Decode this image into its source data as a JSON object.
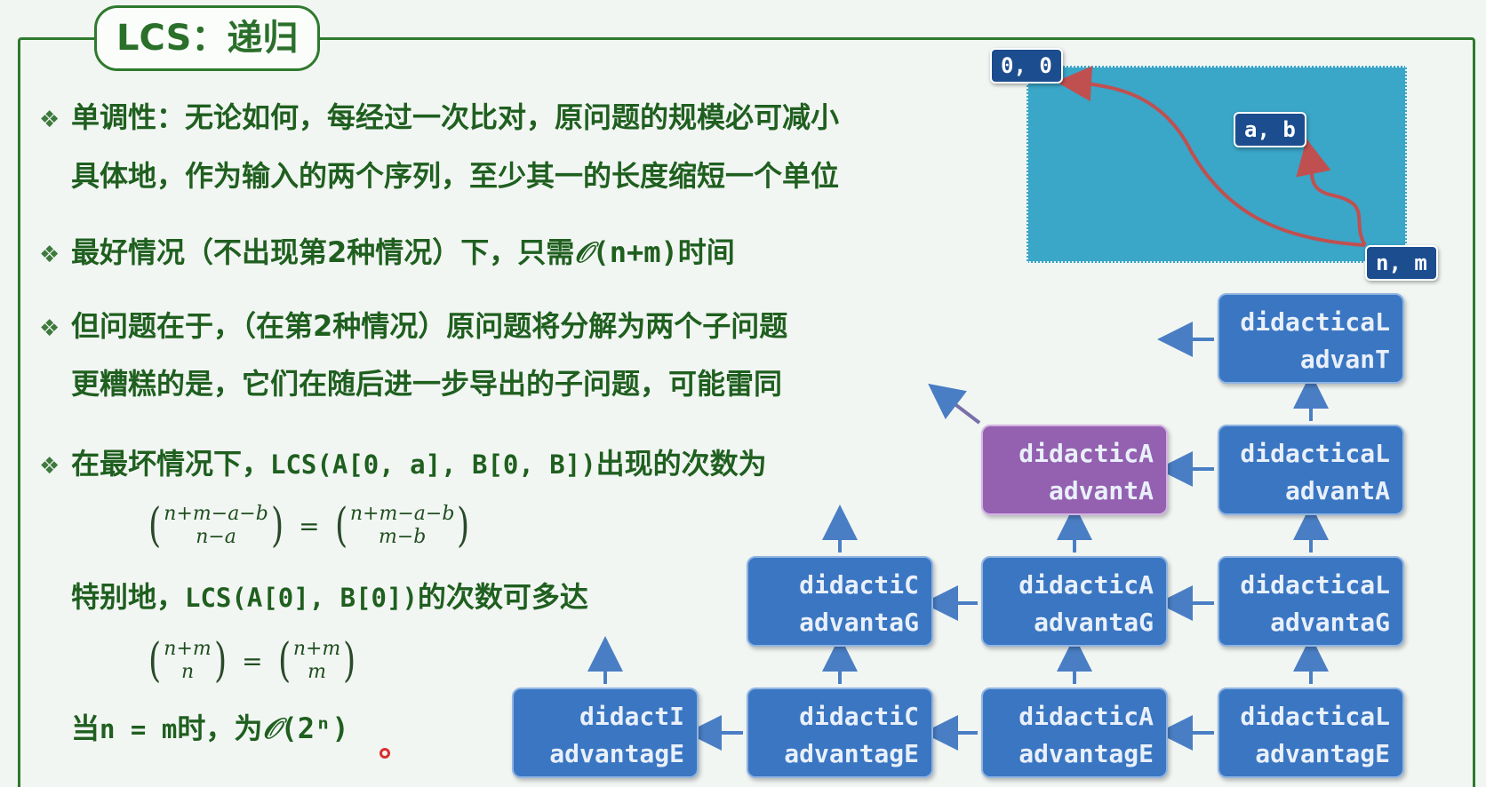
{
  "title": "LCS：递归",
  "bullet_symbol": "❖",
  "bullets": {
    "b1_line1": "单调性：无论如何，每经过一次比对，原问题的规模必可减小",
    "b1_line2": "具体地，作为输入的两个序列，至少其一的长度缩短一个单位",
    "b2_prefix": "最好情况（不出现第2种情况）下，只需",
    "b2_o": "𝒪",
    "b2_suffix": "(n+m)时间",
    "b3_line1": "但问题在于，（在第2种情况）原问题将分解为两个子问题",
    "b3_line2": "更糟糕的是，它们在随后进一步导出的子问题，可能雷同",
    "b4_prefix": "在最坏情况下，",
    "b4_code": "LCS(A[0, a], B[0, B])",
    "b4_suffix": "出现的次数为"
  },
  "formula1": {
    "left_top": "n+m−a−b",
    "left_bottom": "n−a",
    "equals": "=",
    "right_top": "n+m−a−b",
    "right_bottom": "m−b"
  },
  "special": {
    "prefix": "特别地，",
    "code": "LCS(A[0], B[0])",
    "suffix": "的次数可多达"
  },
  "formula2": {
    "left_top": "n+m",
    "left_bottom": "n",
    "equals": "=",
    "right_top": "n+m",
    "right_bottom": "m"
  },
  "when": {
    "prefix": "当",
    "code": "n = m",
    "middle": "时，为",
    "o": "𝒪",
    "value": "(2ⁿ)"
  },
  "grid_labels": {
    "origin": "0, 0",
    "mid": "a, b",
    "end": "n, m"
  },
  "nodes": {
    "r0c3": {
      "top": "didacticaL",
      "bottom": "advanT"
    },
    "r1c2": {
      "top": "didacticA",
      "bottom": "advantA"
    },
    "r1c3": {
      "top": "didacticaL",
      "bottom": "advantA"
    },
    "r2c1": {
      "top": "didactiC",
      "bottom": "advantaG"
    },
    "r2c2": {
      "top": "didacticA",
      "bottom": "advantaG"
    },
    "r2c3": {
      "top": "didacticaL",
      "bottom": "advantaG"
    },
    "r3c0": {
      "top": "didactI",
      "bottom": "advantagE"
    },
    "r3c1": {
      "top": "didactiC",
      "bottom": "advantagE"
    },
    "r3c2": {
      "top": "didacticA",
      "bottom": "advantagE"
    },
    "r3c3": {
      "top": "didacticaL",
      "bottom": "advantagE"
    }
  },
  "colors": {
    "text_green": "#1f5f1f",
    "frame_green": "#2e7a2e",
    "node_blue": "#3a76c2",
    "node_purple": "#9460b0",
    "grid_teal": "#3aa6c8",
    "path_red": "#c05050",
    "arrow_blue": "#4a7ec4"
  }
}
